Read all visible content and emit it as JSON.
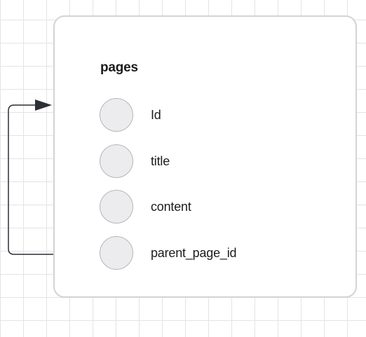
{
  "entity": {
    "title": "pages",
    "fields": [
      {
        "label": "Id"
      },
      {
        "label": "title"
      },
      {
        "label": "content"
      },
      {
        "label": "parent_page_id"
      }
    ]
  },
  "relationship": {
    "type": "self-reference",
    "from_field": "parent_page_id",
    "to_field": "Id"
  },
  "colors": {
    "canvas_grid": "#e4e4e4",
    "card_border": "#d3d3d8",
    "field_circle_fill": "#ececee",
    "field_circle_stroke": "#b6b6bc",
    "connector": "#2b2f36",
    "text": "#1c1c1c"
  }
}
